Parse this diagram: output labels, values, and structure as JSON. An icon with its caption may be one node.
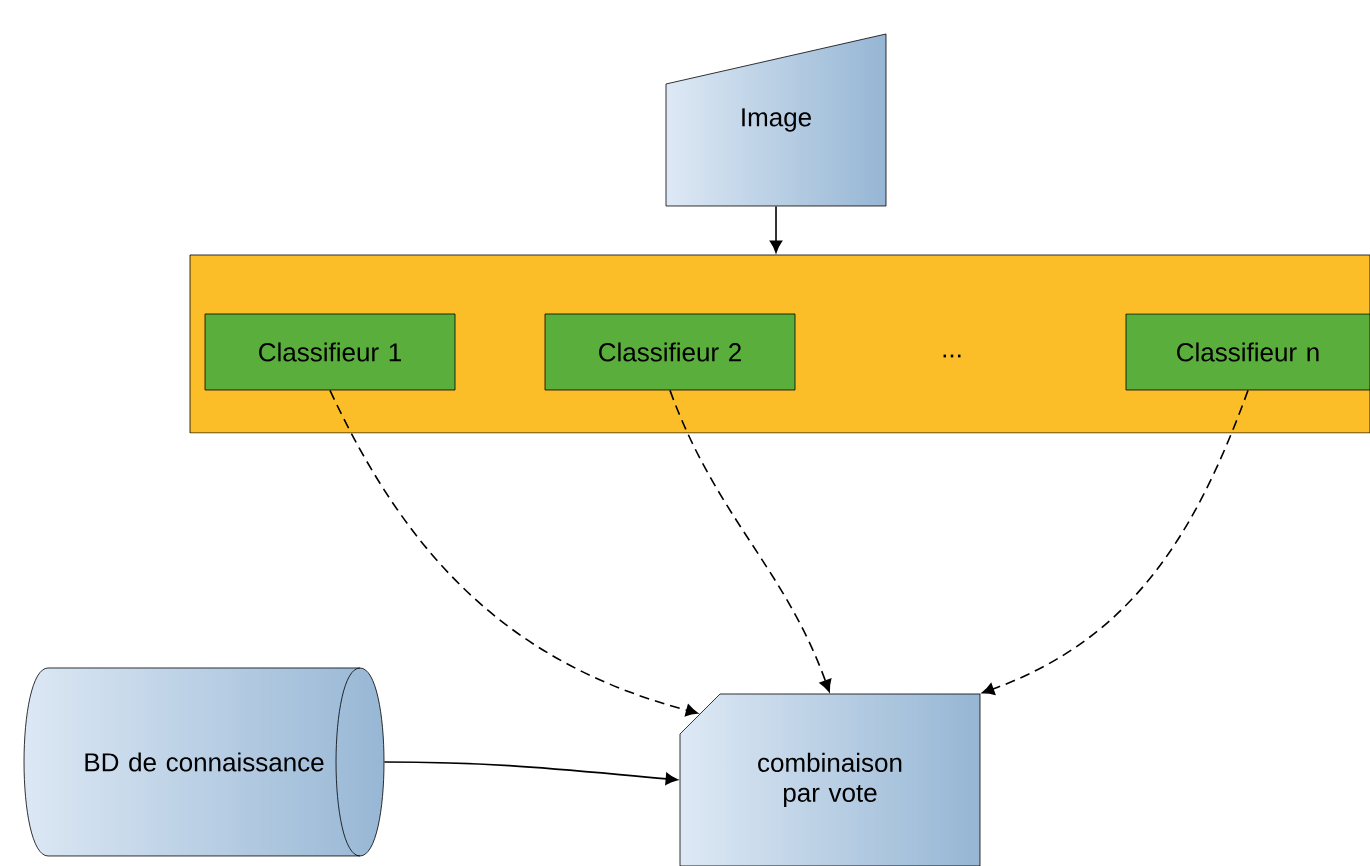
{
  "diagram": {
    "nodes": [
      {
        "text": [
          "Image"
        ]
      },
      {
        "text": [],
        "shape": "box"
      },
      {
        "text": [
          "Classifieur 1"
        ],
        "in": 1
      },
      {
        "text": [
          "Classifieur 2"
        ],
        "in": 1
      },
      {
        "text": [
          "Classifieur n"
        ],
        "in": 1
      },
      {
        "text": [
          "BD de connaissance"
        ]
      },
      {
        "text": [
          "combinaison par vote"
        ]
      }
    ],
    "edges": [
      {
        "from": 0,
        "to": 1,
        "arrow": "to"
      },
      {
        "from": 2,
        "to": 6,
        "arrow": "to",
        "style": "dashed"
      },
      {
        "from": 3,
        "to": 6,
        "arrow": "to",
        "style": "dashed"
      },
      {
        "from": 4,
        "to": 6,
        "arrow": "to",
        "style": "dashed"
      },
      {
        "from": 5,
        "to": 6,
        "arrow": "to"
      }
    ],
    "labels": [
      "..."
    ]
  }
}
